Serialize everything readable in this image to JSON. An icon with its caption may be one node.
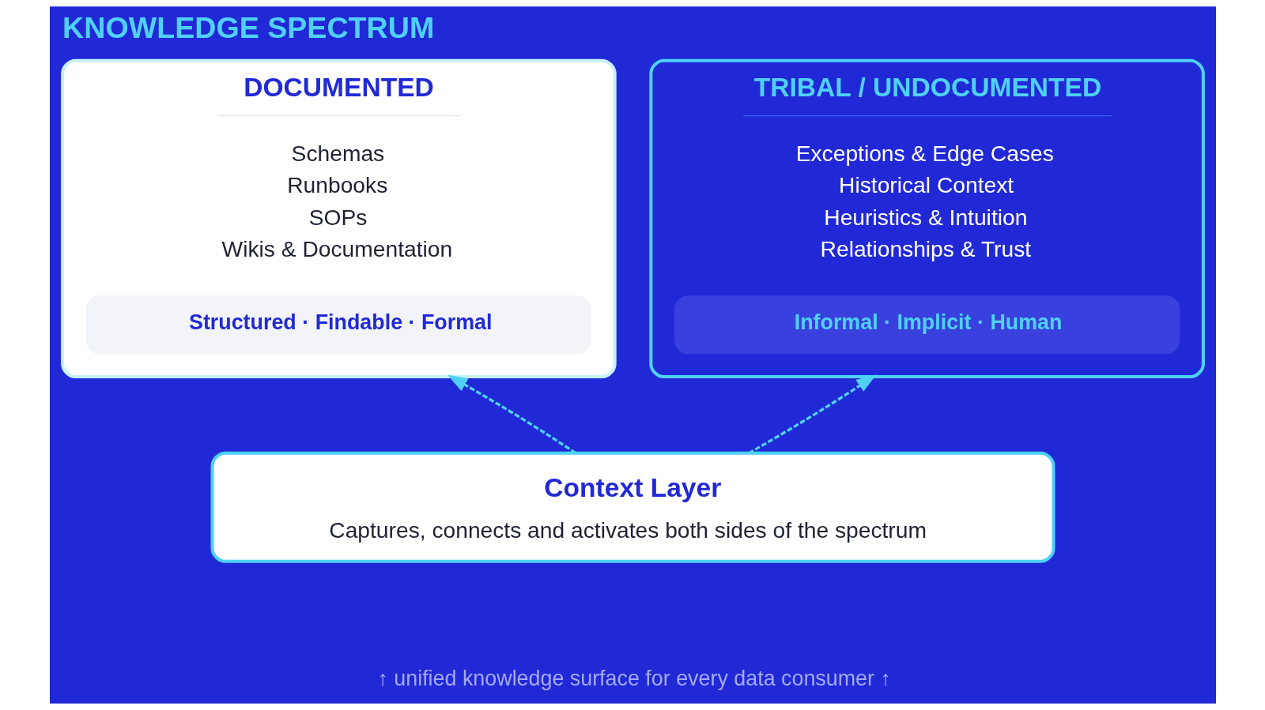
{
  "diagram": {
    "title": "KNOWLEDGE SPECTRUM",
    "caption": "↑ unified knowledge surface for every data consumer ↑",
    "nodes": [
      {
        "text": [
          "DOCUMENTED",
          "Schemas",
          "Runbooks",
          "SOPs",
          "Wikis & Documentation"
        ]
      },
      {
        "text": [
          "Structured · Findable · Formal"
        ],
        "in": 0
      },
      {
        "text": [
          "TRIBAL / UNDOCUMENTED",
          "Exceptions & Edge Cases",
          "Historical Context",
          "Heuristics & Intuition",
          "Relationships & Trust"
        ]
      },
      {
        "text": [
          "Informal · Implicit · Human"
        ],
        "in": 2
      },
      {
        "text": [
          "Context Layer",
          "Captures, connects and activates both sides of the spectrum"
        ]
      }
    ],
    "edges": [
      {
        "from": 4,
        "to": 0,
        "arrow": "to",
        "style": "dashed"
      },
      {
        "from": 4,
        "to": 2,
        "arrow": "to",
        "style": "dashed"
      }
    ]
  }
}
